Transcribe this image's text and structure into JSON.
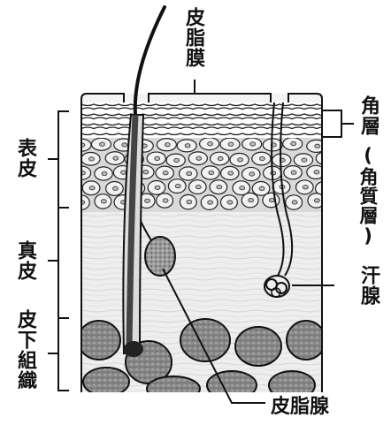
{
  "labels": {
    "sebum_membrane": "皮脂膜",
    "epidermis": "表皮",
    "dermis": "真皮",
    "subcutaneous": "皮下組織",
    "stratum_corneum": "角層",
    "stratum_corneum_alt": "(角質層)",
    "sweat_gland": "汗腺",
    "sebaceous_gland": "皮脂腺"
  }
}
